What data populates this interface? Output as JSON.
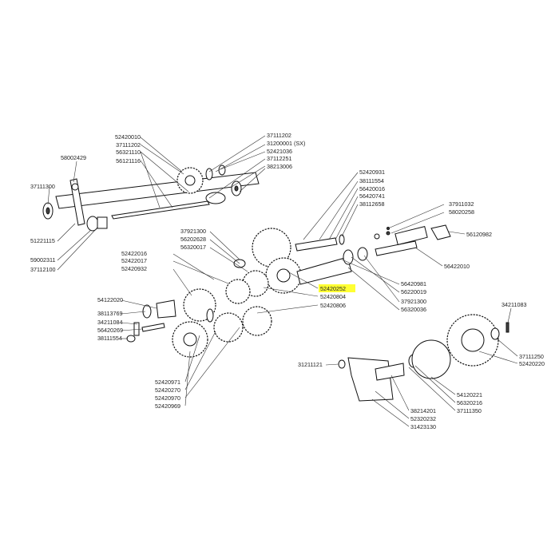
{
  "highlight": {
    "part": "52420252",
    "color": "#ffff33"
  },
  "labels": {
    "l52420010": "52420010",
    "l37111202a": "37111202",
    "l37111202b": "37111202",
    "l31200001": "31200001 (SX)",
    "l56321110": "56321110",
    "l52421036": "52421036",
    "l56121116": "56121116",
    "l37112251": "37112251",
    "l38213006": "38213006",
    "l58002429": "58002429",
    "l37111300": "37111300",
    "l51221115": "51221115",
    "l59002311": "59002311",
    "l37112100": "37112100",
    "l52420931": "52420931",
    "l38111554a": "38111554",
    "l56420016": "56420016",
    "l56420741": "56420741",
    "l38112658": "38112658",
    "l37911032": "37911032",
    "l58020258": "58020258",
    "l56120982": "56120982",
    "l56422010": "56422010",
    "l37921300a": "37921300",
    "l56202628": "56202628",
    "l56320017": "56320017",
    "l52422016": "52422016",
    "l52422017": "52422017",
    "l52420932": "52420932",
    "l52420252": "52420252",
    "l52420804": "52420804",
    "l52420806": "52420806",
    "l56420981": "56420981",
    "l56220019": "56220019",
    "l37921300b": "37921300",
    "l56320036": "56320036",
    "l54122020": "54122020",
    "l38113769": "38113769",
    "l34211084": "34211084",
    "l56420269": "56420269",
    "l38111554b": "38111554",
    "l34211083": "34211083",
    "l37111250": "37111250",
    "l52420220": "52420220",
    "l31211121": "31211121",
    "l54120221": "54120221",
    "l56320216": "56320216",
    "l37111350": "37111350",
    "l38214201": "38214201",
    "l52320232": "52320232",
    "l31423130": "31423130",
    "l52420971": "52420971",
    "l52420270": "52420270",
    "l52420970": "52420970",
    "l52420969": "52420969"
  }
}
